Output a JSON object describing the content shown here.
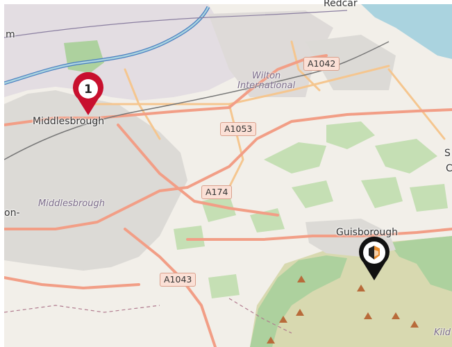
{
  "map": {
    "places": {
      "middlesbrough": "Middlesbrough",
      "guisborough": "Guisborough",
      "redcar": "Redcar",
      "wilton": "Wilton\nInternational",
      "district": "Middlesbrough",
      "edge_left_top": "m",
      "edge_left_mid": "on-",
      "edge_right_1": "S",
      "edge_right_2": "C",
      "edge_bottom_right": "Kild"
    },
    "roads": [
      "A1042",
      "A1053",
      "A174",
      "A1043"
    ],
    "markers": {
      "numbered_pin_label": "1",
      "numbered_pin_color": "#c8102e",
      "place_pin_color": "#111111"
    },
    "colors": {
      "sea": "#aad3df",
      "river": "#4a7fc0",
      "urban": "#dcdcdc",
      "land": "#f1eee8",
      "woodland": "#add19e",
      "moor": "#d8dcb4",
      "major_road": "#f7a388",
      "secondary_road": "#fdd8a2",
      "railway": "#555555"
    }
  }
}
